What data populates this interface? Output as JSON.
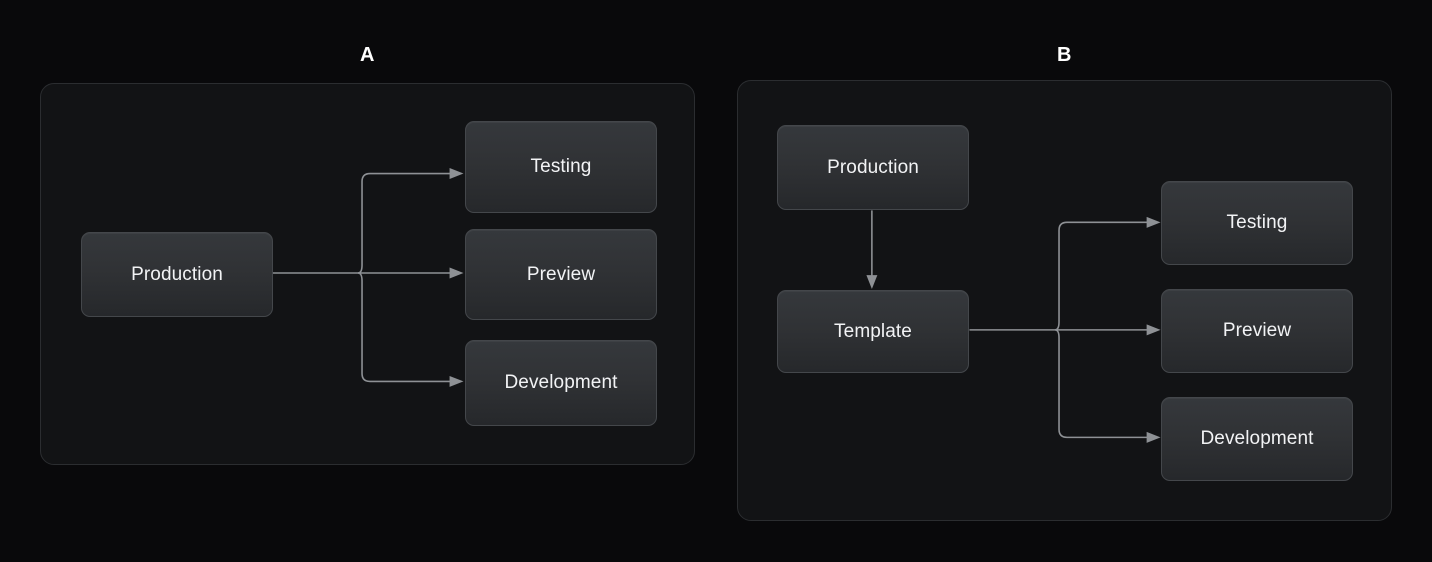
{
  "background": "#09090b",
  "colors": {
    "page_bg": "#09090b",
    "panel_bg": "#121315",
    "panel_border": "#2b2d30",
    "node_fill_top": "#35383c",
    "node_fill_bottom": "#26282b",
    "node_border": "#44474b",
    "edge_stroke": "#8e9195",
    "text": "#f2f3f5",
    "label_text": "#ffffff"
  },
  "diagram": {
    "type": "flowchart",
    "panels": [
      {
        "id": "A",
        "label": "A",
        "nodes": [
          {
            "id": "a-production",
            "label": "Production"
          },
          {
            "id": "a-testing",
            "label": "Testing"
          },
          {
            "id": "a-preview",
            "label": "Preview"
          },
          {
            "id": "a-development",
            "label": "Development"
          }
        ],
        "edges": [
          {
            "from": "a-production",
            "to": "a-testing",
            "style": "elbow-right",
            "arrow": true
          },
          {
            "from": "a-production",
            "to": "a-preview",
            "style": "straight",
            "arrow": true
          },
          {
            "from": "a-production",
            "to": "a-development",
            "style": "elbow-right",
            "arrow": true
          }
        ]
      },
      {
        "id": "B",
        "label": "B",
        "nodes": [
          {
            "id": "b-production",
            "label": "Production"
          },
          {
            "id": "b-template",
            "label": "Template"
          },
          {
            "id": "b-testing",
            "label": "Testing"
          },
          {
            "id": "b-preview",
            "label": "Preview"
          },
          {
            "id": "b-development",
            "label": "Development"
          }
        ],
        "edges": [
          {
            "from": "b-production",
            "to": "b-template",
            "style": "vertical",
            "arrow": true
          },
          {
            "from": "b-template",
            "to": "b-testing",
            "style": "elbow-right",
            "arrow": true
          },
          {
            "from": "b-template",
            "to": "b-preview",
            "style": "straight",
            "arrow": true
          },
          {
            "from": "b-template",
            "to": "b-development",
            "style": "elbow-right",
            "arrow": true
          }
        ]
      }
    ]
  }
}
